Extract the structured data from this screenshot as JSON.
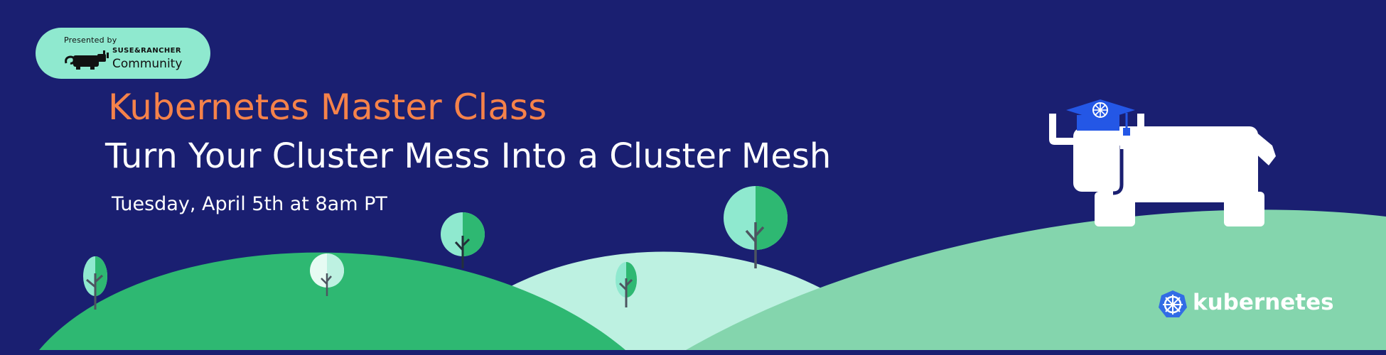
{
  "badge": {
    "presented_by": "Presented by",
    "brand": "SUSE&RANCHER",
    "community": "Community"
  },
  "headline": {
    "series": "Kubernetes Master Class",
    "title": "Turn Your Cluster Mess Into a Cluster Mesh",
    "date": "Tuesday, April 5th at 8am PT"
  },
  "kubernetes_logo": {
    "wordmark": "kubernetes"
  },
  "colors": {
    "background": "#1a1f71",
    "accent_orange": "#f5824a",
    "badge_mint": "#8fe9cf",
    "hill_green": "#2eb872",
    "hill_pale": "#bdf1e1",
    "hill_sage": "#84d5ad",
    "kubernetes_blue": "#326ce5",
    "cap_blue": "#2457e6"
  },
  "icons": [
    "rancher-logo-icon",
    "kubernetes-helm-icon",
    "graduation-cap-icon",
    "cow-mascot-icon",
    "tree-icon"
  ]
}
